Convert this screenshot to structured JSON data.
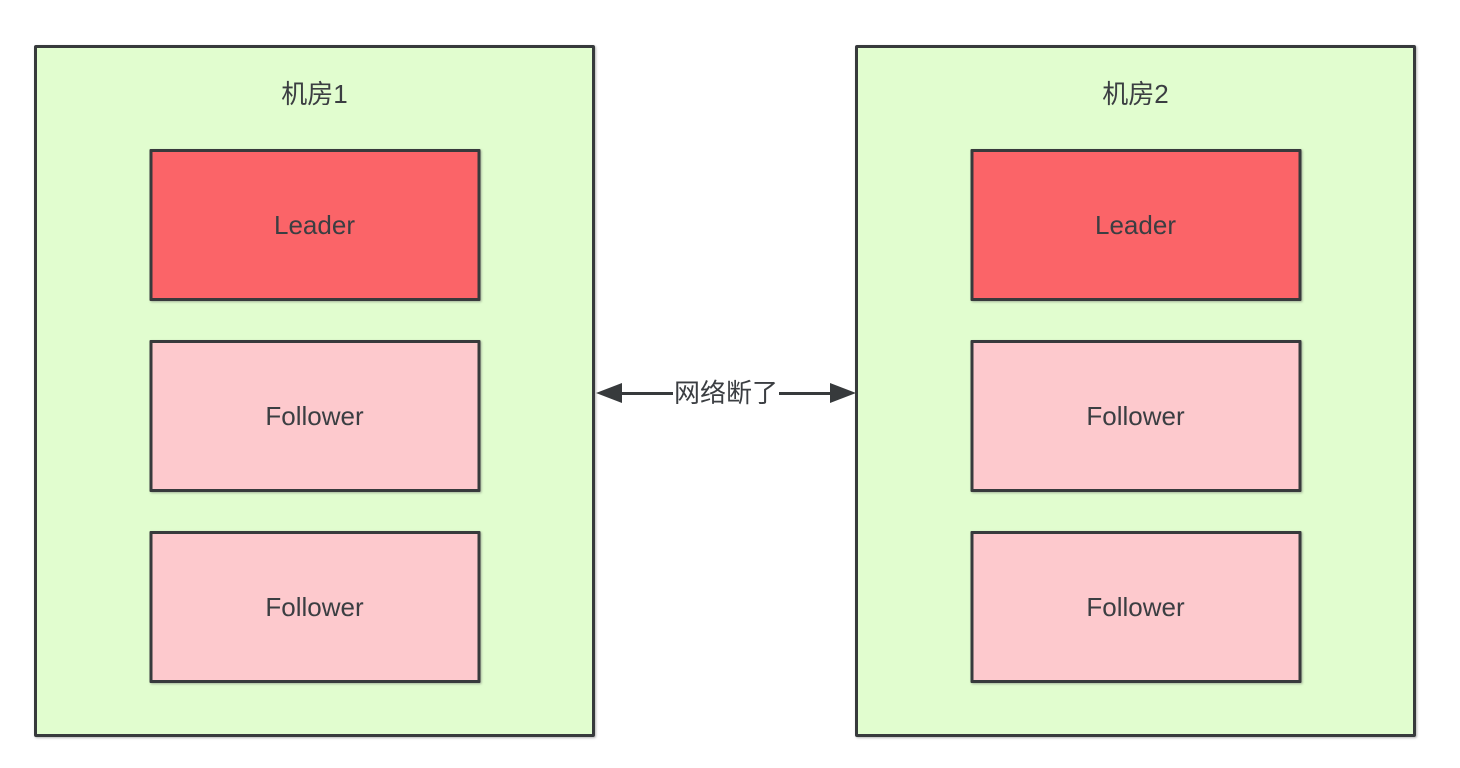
{
  "diagram": {
    "rooms": [
      {
        "title": "机房1",
        "nodes": [
          {
            "label": "Leader",
            "role": "leader"
          },
          {
            "label": "Follower",
            "role": "follower"
          },
          {
            "label": "Follower",
            "role": "follower"
          }
        ]
      },
      {
        "title": "机房2",
        "nodes": [
          {
            "label": "Leader",
            "role": "leader"
          },
          {
            "label": "Follower",
            "role": "follower"
          },
          {
            "label": "Follower",
            "role": "follower"
          }
        ]
      }
    ],
    "link": {
      "label": "网络断了",
      "style": "double-headed-arrow"
    },
    "colors": {
      "room_fill": "#e1fdcf",
      "leader_fill": "#fb6468",
      "follower_fill": "#fdc9cd",
      "border": "#373a3c",
      "text": "#3b3e42",
      "page_background": "#ffffff"
    }
  }
}
